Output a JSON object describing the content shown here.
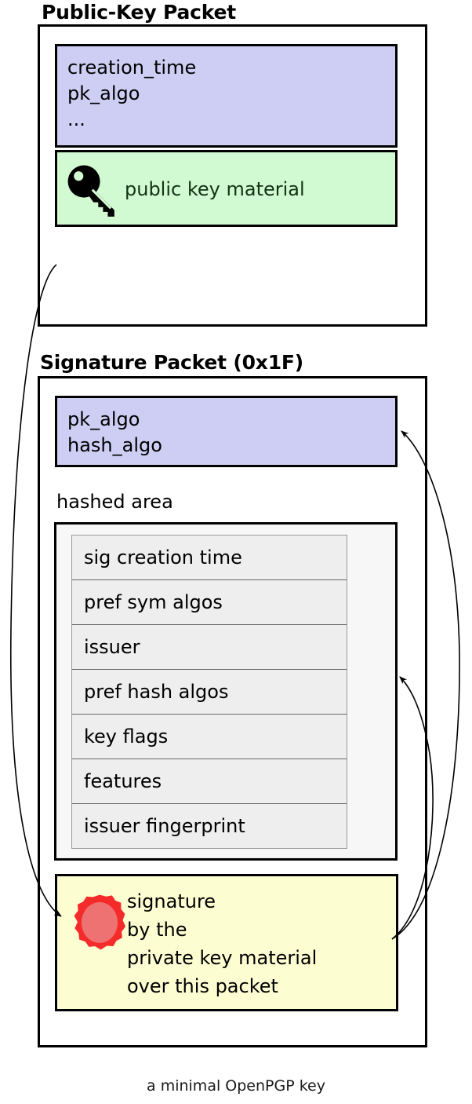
{
  "diagram": {
    "caption": "a minimal OpenPGP key",
    "colors": {
      "header_fill": "#ceceF4",
      "key_material_fill": "#d2fad2",
      "hashed_area_fill": "#f7f7f7",
      "hashed_row_fill": "#eeeeee",
      "signature_fill": "#fdfdd2",
      "seal_ring": "#f52a2a",
      "seal_body": "#ef7272",
      "stroke": "#000000"
    }
  },
  "public_key_packet": {
    "title": "Public-Key Packet",
    "header_fields": "creation_time\npk_algo\n...",
    "key_material": {
      "icon": "key-icon",
      "label": "public key material"
    }
  },
  "signature_packet": {
    "title": "Signature Packet (0x1F)",
    "algo_fields": "pk_algo\nhash_algo",
    "hashed_area": {
      "label": "hashed area",
      "subpackets": [
        "sig creation time",
        "pref sym algos",
        "issuer",
        "pref hash algos",
        "key flags",
        "features",
        "issuer fingerprint"
      ]
    },
    "signature": {
      "icon": "seal-icon",
      "text": "signature\nby the\nprivate key material\nover this packet"
    }
  },
  "arrows": [
    {
      "name": "public-key-material-to-signature",
      "from": "public key material",
      "to": "signature"
    },
    {
      "name": "signature-covers-algo-fields",
      "from": "signature",
      "to": "pk_algo / hash_algo"
    },
    {
      "name": "signature-covers-hashed-area",
      "from": "signature",
      "to": "hashed area"
    }
  ]
}
